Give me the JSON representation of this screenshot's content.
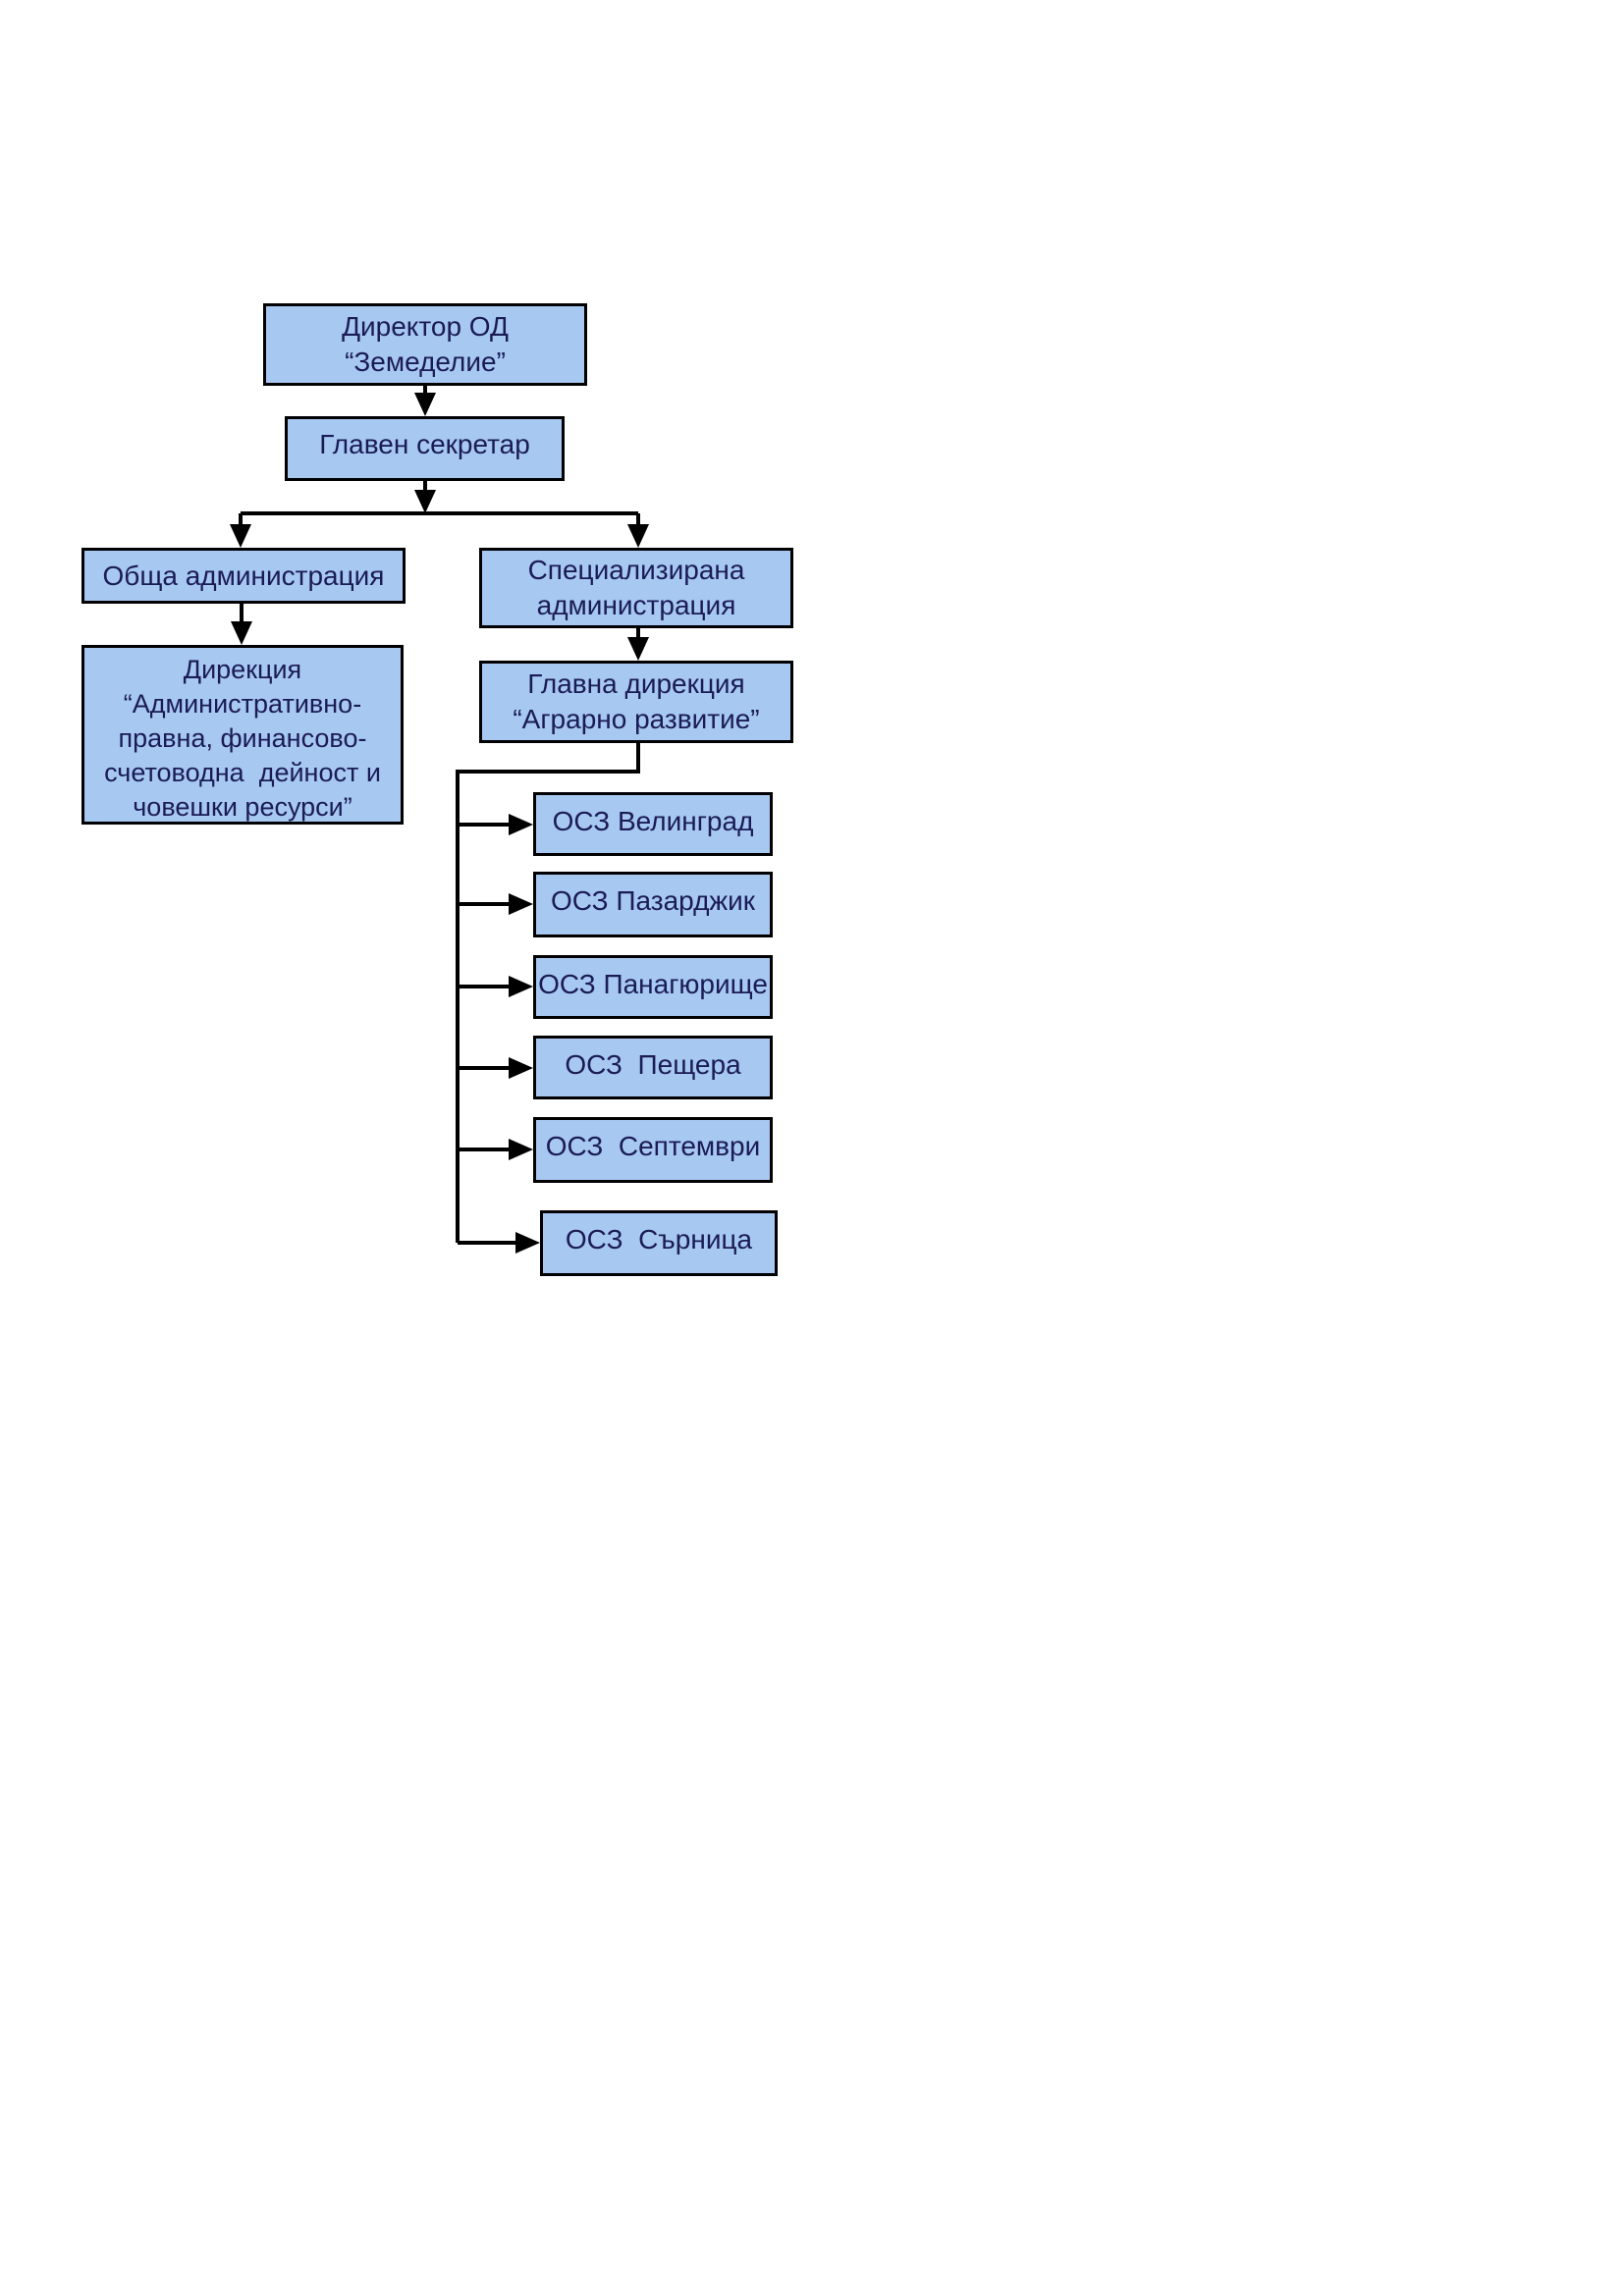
{
  "page": {
    "background": "#ffffff"
  },
  "diagram": {
    "type": "org-chart",
    "colors": {
      "box_fill": "#A6C8F1",
      "box_border": "#000000",
      "text": "#1B1B55",
      "connector": "#000000"
    },
    "nodes": {
      "director": {
        "lines": [
          "Директор ОД",
          "“Земеделие”"
        ]
      },
      "secretary": {
        "lines": [
          "Главен секретар"
        ]
      },
      "general_admin": {
        "lines": [
          "Обща администрация"
        ]
      },
      "specialized_admin": {
        "lines": [
          "Специализирана",
          "администрация"
        ]
      },
      "directorate": {
        "lines": [
          "Дирекция",
          "“Административно-",
          "правна, финансово-",
          "счетоводна  дейност и",
          "човешки ресурси”"
        ]
      },
      "main_directorate": {
        "lines": [
          "Главна дирекция",
          "“Аграрно развитие”"
        ]
      },
      "osz_velingrad": {
        "lines": [
          "ОСЗ Велинград"
        ]
      },
      "osz_pazardzhik": {
        "lines": [
          "ОСЗ Пазарджик"
        ]
      },
      "osz_panagyurishte": {
        "lines": [
          "ОСЗ Панагюрище"
        ]
      },
      "osz_peshtera": {
        "lines": [
          "ОСЗ  Пещера"
        ]
      },
      "osz_septemvri": {
        "lines": [
          "ОСЗ  Септември"
        ]
      },
      "osz_sarnitsa": {
        "lines": [
          "ОСЗ  Сърница"
        ]
      }
    },
    "edges": [
      {
        "from": "director",
        "to": "secretary"
      },
      {
        "from": "secretary",
        "to": "general_admin"
      },
      {
        "from": "secretary",
        "to": "specialized_admin"
      },
      {
        "from": "general_admin",
        "to": "directorate"
      },
      {
        "from": "specialized_admin",
        "to": "main_directorate"
      },
      {
        "from": "main_directorate",
        "to": "osz_velingrad"
      },
      {
        "from": "main_directorate",
        "to": "osz_pazardzhik"
      },
      {
        "from": "main_directorate",
        "to": "osz_panagyurishte"
      },
      {
        "from": "main_directorate",
        "to": "osz_peshtera"
      },
      {
        "from": "main_directorate",
        "to": "osz_septemvri"
      },
      {
        "from": "main_directorate",
        "to": "osz_sarnitsa"
      }
    ]
  }
}
